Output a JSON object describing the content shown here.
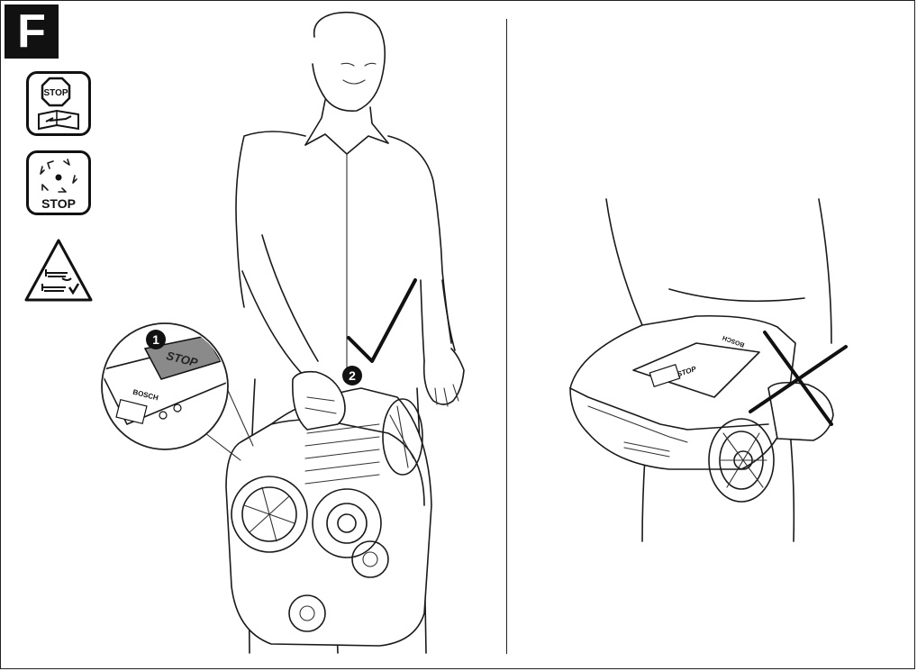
{
  "section_letter": "F",
  "icons": {
    "stop_manual_label": "STOP",
    "rotation_stop_label": "STOP"
  },
  "callouts": {
    "step1": "1",
    "step2": "2"
  },
  "device": {
    "stop_button_label": "STOP",
    "brand_label": "BOSCH",
    "right_stop_label": "STOP",
    "right_brand_label": "BOSCH"
  }
}
